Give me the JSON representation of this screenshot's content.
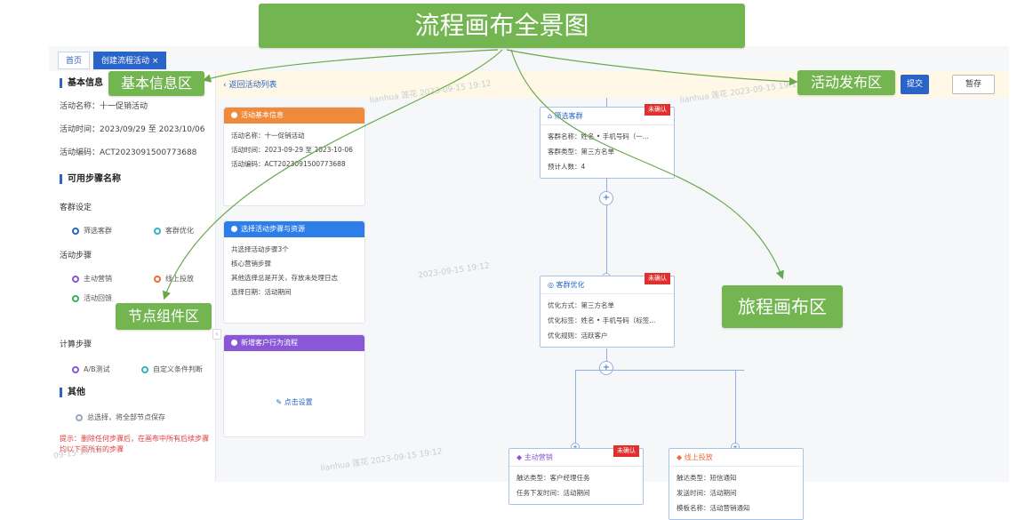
{
  "callouts": {
    "main_title": "流程画布全景图",
    "basic_info": "基本信息区",
    "publish": "活动发布区",
    "node_components": "节点组件区",
    "canvas": "旅程画布区"
  },
  "tabs": [
    "首页",
    "创建流程活动 ×"
  ],
  "sidebar": {
    "basic_title": "基本信息",
    "activity_name": "活动名称：十一促销活动",
    "activity_time": "活动时间：2023/09/29 至 2023/10/06",
    "activity_code": "活动编码：ACT2023091500773688",
    "nodes_title": "可用步骤名称",
    "groups": [
      {
        "label": "客群设定",
        "items": [
          "筛选客群",
          "客群优化"
        ]
      },
      {
        "label": "活动步骤",
        "items": [
          "主动营销",
          "线上投放",
          "活动回馈"
        ]
      },
      {
        "label": "计算步骤",
        "items": [
          "A/B测试",
          "自定义条件判断"
        ]
      }
    ],
    "other_title": "其他",
    "other_item": "总选择，将全部节点保存",
    "warning": "提示：删除任何步骤后，在画布中所有后续步骤均以下面所有的步骤"
  },
  "topbar": {
    "back": "返回活动列表",
    "submit": "提交",
    "save": "暂存"
  },
  "panels": [
    {
      "title": "活动基本信息",
      "color": "#ef8a3a",
      "lines": [
        "活动名称：十一促销活动",
        "活动时间：2023-09-29 至 2023-10-06",
        "活动编码：ACT2023091500773688"
      ]
    },
    {
      "title": "选择活动步骤与资源",
      "color": "#2d7ee8",
      "lines": [
        "共选择活动步骤3个",
        "核心营销步骤",
        "其他选择总是开关，存放未处理日志",
        "选择日期：活动期间"
      ]
    },
    {
      "title": "新增客户行为流程",
      "color": "#8a57d6",
      "link": "点击设置"
    }
  ],
  "canvas": {
    "cards": [
      {
        "title": "筛选客群",
        "flag": "未确认",
        "lines": [
          "客群名称：姓名 • 手机号码（一...",
          "客群类型：第三方名单",
          "预计人数：4"
        ]
      },
      {
        "title": "客群优化",
        "flag": "未确认",
        "lines": [
          "优化方式：第三方名单",
          "优化标签：姓名 • 手机号码（标签...",
          "优化规则：活跃客户"
        ]
      },
      {
        "title": "主动营销",
        "flag": "未确认",
        "lines": [
          "触达类型：客户经理任务",
          "任务下发时间：活动期间"
        ]
      },
      {
        "title": "线上投放",
        "flag": "",
        "lines": [
          "触达类型：短信通知",
          "发送时间：活动期间",
          "模板名称：活动营销通知"
        ]
      }
    ]
  },
  "watermarks": [
    "lianhua 莲花 2023-09-15 19:12",
    "lianhua 莲花 2023-09-15 19:12",
    "2023-09-15 19:12",
    "lianhua 莲花 2023-09-15 19:12",
    "09-15 19:12"
  ]
}
